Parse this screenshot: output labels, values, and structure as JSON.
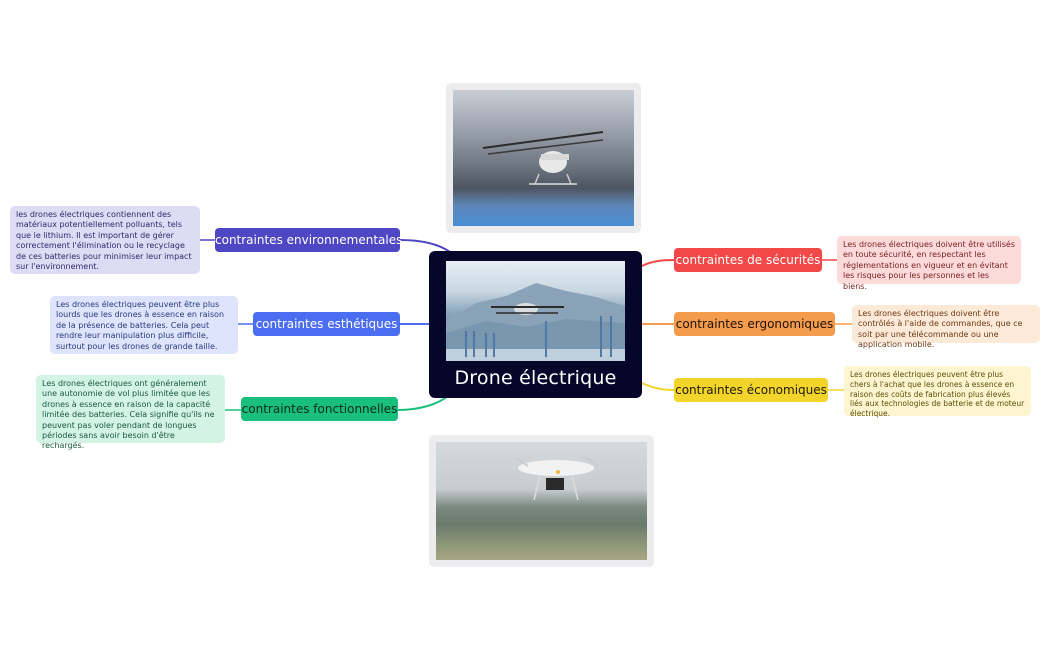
{
  "central": {
    "title": "Drone électrique",
    "image": "ehang-passenger-drone-over-port",
    "bg_color": "#05062a"
  },
  "images": [
    {
      "name": "multirotor-drone-cloudy-sky",
      "position": "top"
    },
    {
      "name": "quadcopter-camera-drone-field",
      "position": "bottom"
    }
  ],
  "branches_left": [
    {
      "label": "contraintes environnementales",
      "color": "#4f46c4",
      "text_color": "#ffffff",
      "note": "les drones électriques contiennent des matériaux potentiellement polluants, tels que le lithium. Il est important de gérer correctement l'élimination ou le recyclage de ces batteries pour minimiser leur impact sur l'environnement.",
      "note_bg": "#dedcf4",
      "note_color": "#2d2a6a"
    },
    {
      "label": "contraintes esthétiques",
      "color": "#4b6df0",
      "text_color": "#ffffff",
      "note": "Les drones électriques peuvent être plus lourds que les drones à essence en raison de la présence de batteries. Cela peut rendre leur manipulation plus difficile, surtout pour les drones de grande taille.",
      "note_bg": "#dee4fc",
      "note_color": "#2a3a7a"
    },
    {
      "label": "contraintes fonctionnelles",
      "color": "#19c07d",
      "text_color": "#0b2a1c",
      "note": "Les drones électriques ont généralement une autonomie de vol plus limitée que les drones à essence en raison de la capacité limitée des batteries. Cela signifie qu'ils ne peuvent pas voler pendant de longues périodes sans avoir besoin d'être rechargés.",
      "note_bg": "#d3f3e5",
      "note_color": "#1a5a3c"
    }
  ],
  "branches_right": [
    {
      "label": "contraintes de sécurités",
      "color": "#f24848",
      "text_color": "#ffffff",
      "note": "Les drones électriques doivent être utilisés en toute sécurité, en respectant les réglementations en vigueur et en évitant les risques pour les personnes et les biens.",
      "note_bg": "#fcdada",
      "note_color": "#7a2222"
    },
    {
      "label": "contraintes ergonomiques",
      "color": "#f59b4d",
      "text_color": "#1f1205",
      "note": "Les drones électriques doivent être contrôlés à l'aide de commandes, que ce soit par une télécommande ou une application mobile.",
      "note_bg": "#fde9d8",
      "note_color": "#6b3a12"
    },
    {
      "label": "contraintes économiques",
      "color": "#f2d42a",
      "text_color": "#1f1a02",
      "note": "Les drones électriques peuvent être plus chers à l'achat que les drones à essence en raison des coûts de fabrication plus élevés liés aux technologies de batterie et de moteur électrique.",
      "note_bg": "#fdf5cf",
      "note_color": "#5e4e0a"
    }
  ]
}
